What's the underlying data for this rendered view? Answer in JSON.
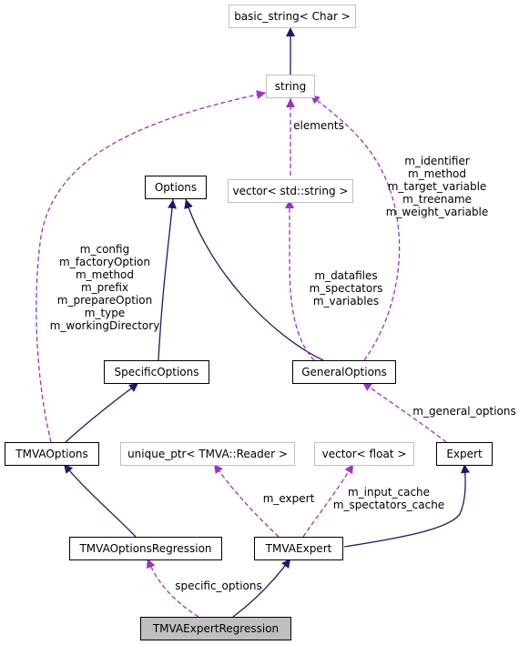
{
  "colors": {
    "inheritance": "#191970",
    "usage": "#9a32cd",
    "external_border": "#bfbfbf",
    "current_fill": "#bfbfbf"
  },
  "nodes": {
    "basic_string": "basic_string< Char >",
    "string": "string",
    "options": "Options",
    "vector_string": "vector< std::string >",
    "specific_options": "SpecificOptions",
    "general_options": "GeneralOptions",
    "tmva_options": "TMVAOptions",
    "unique_ptr_reader": "unique_ptr< TMVA::Reader >",
    "vector_float": "vector< float >",
    "expert": "Expert",
    "tmva_options_regression": "TMVAOptionsRegression",
    "tmva_expert": "TMVAExpert",
    "tmva_expert_regression": "TMVAExpertRegression"
  },
  "edge_labels": {
    "elements": [
      "elements"
    ],
    "general_string": [
      "m_identifier",
      "m_method",
      "m_target_variable",
      "m_treename",
      "m_weight_variable"
    ],
    "general_vector": [
      "m_datafiles",
      "m_spectators",
      "m_variables"
    ],
    "tmva_string": [
      "m_config",
      "m_factoryOption",
      "m_method",
      "m_prefix",
      "m_prepareOption",
      "m_type",
      "m_workingDirectory"
    ],
    "general_options": [
      "m_general_options"
    ],
    "expert_reader": [
      "m_expert"
    ],
    "expert_float": [
      "m_input_cache",
      "m_spectators_cache"
    ],
    "specific_options": [
      "specific_options"
    ]
  }
}
